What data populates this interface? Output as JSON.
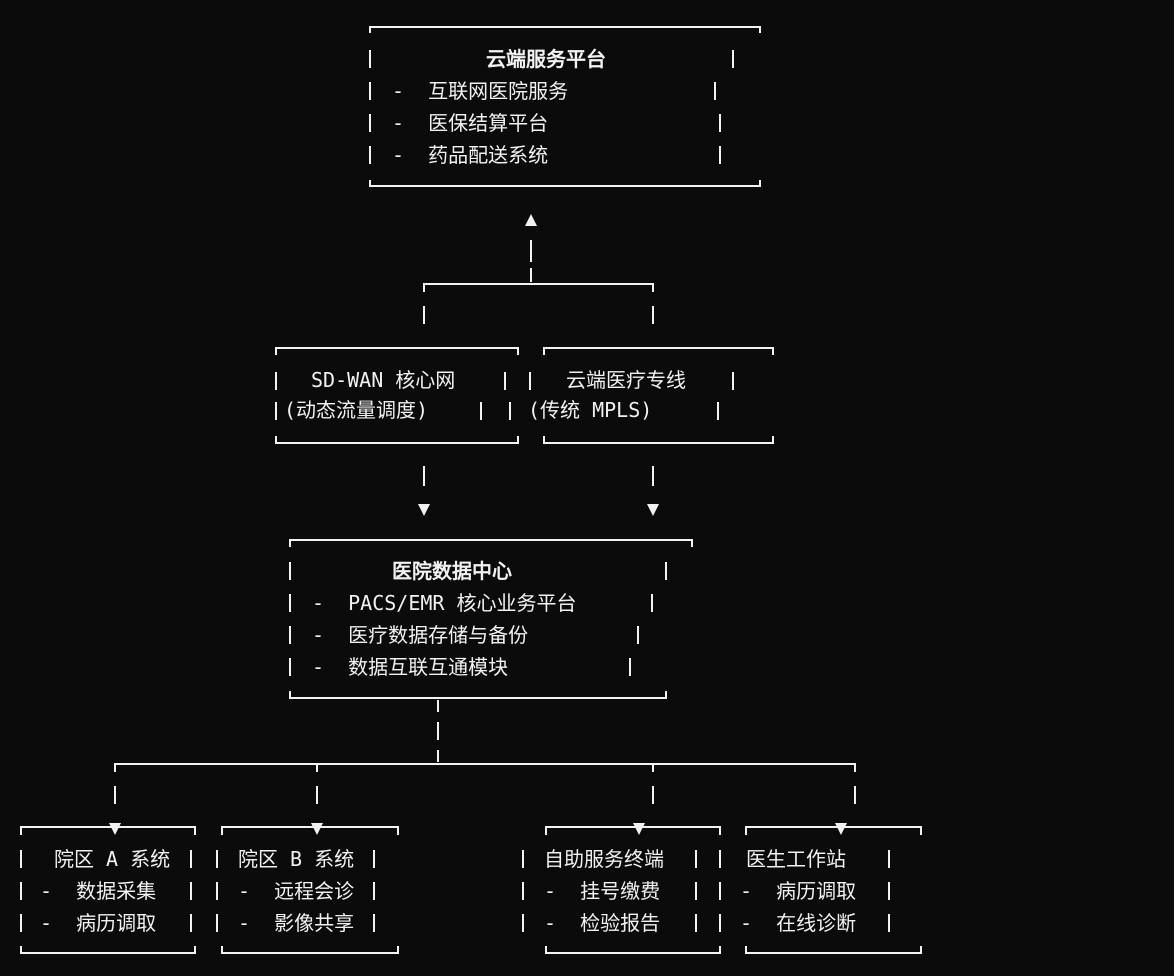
{
  "cloud_platform": {
    "title": "云端服务平台",
    "items": [
      "-  互联网医院服务",
      "-  医保结算平台",
      "-  药品配送系统"
    ]
  },
  "links": {
    "sdwan": {
      "line1": "SD-WAN 核心网",
      "line2": "(动态流量调度)"
    },
    "mpls": {
      "line1": "云端医疗专线",
      "line2": "(传统 MPLS)"
    }
  },
  "data_center": {
    "title": "医院数据中心",
    "items": [
      "-  PACS/EMR 核心业务平台",
      "-  医疗数据存储与备份",
      "-  数据互联互通模块"
    ]
  },
  "leaves": [
    {
      "title": "院区 A 系统",
      "items": [
        "-  数据采集",
        "-  病历调取"
      ]
    },
    {
      "title": "院区 B 系统",
      "items": [
        "-  远程会诊",
        "-  影像共享"
      ]
    },
    {
      "title": "自助服务终端",
      "items": [
        "-  挂号缴费",
        "-  检验报告"
      ]
    },
    {
      "title": "医生工作站",
      "items": [
        "-  病历调取",
        "-  在线诊断"
      ]
    }
  ],
  "colors": {
    "background": "#0b0b0b",
    "line": "#f2f2f2"
  }
}
